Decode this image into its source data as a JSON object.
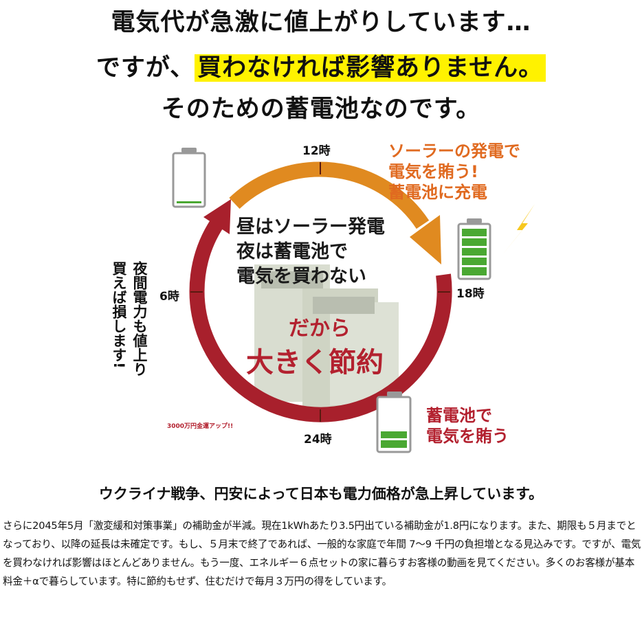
{
  "headline": {
    "line1": "電気代が急激に値上がりしています…",
    "line2_prefix": "ですが、",
    "line2_highlight": "買わなければ影響ありません。",
    "line3": "そのための蓄電池なのです。"
  },
  "diagram": {
    "time_12": "12時",
    "time_18": "18時",
    "time_24": "24時",
    "time_6": "6時",
    "solar_note": [
      "ソーラーの発電で",
      "電気を賄う!",
      "蓄電池に充電"
    ],
    "center_text": [
      "昼はソーラー発電",
      "夜は蓄電池で",
      "電気を買わない"
    ],
    "saving_1": "だから",
    "saving_2": "大きく節約",
    "battery_note": [
      "蓄電池で",
      "電気を賄う"
    ],
    "night_note_col1": "夜間電力も値上り",
    "night_note_col2": "買えば損します!",
    "small_label": "3000万円金運アップ!!",
    "colors": {
      "orange": "#e08a20",
      "red": "#a8202c",
      "battery_green": "#4aa832",
      "bolt": "#f7c81e"
    }
  },
  "subheading": "ウクライナ戦争、円安によって日本も電力価格が急上昇しています。",
  "paragraph": "さらに2045年5月「激変緩和対策事業」の補助金が半減。現在1kWhあたり3.5円出ている補助金が1.8円になります。また、期限も５月までとなっており、以降の延長は未確定です。もし、５月末で終了であれば、一般的な家庭で年間 7〜9 千円の負担増となる見込みです。ですが、電気を買わなければ影響はほとんどありません。もう一度、エネルギー６点セットの家に暮らすお客様の動画を見てください。多くのお客様が基本料金＋αで暮らしています。特に節約もせず、住むだけで毎月３万円の得をしています。"
}
